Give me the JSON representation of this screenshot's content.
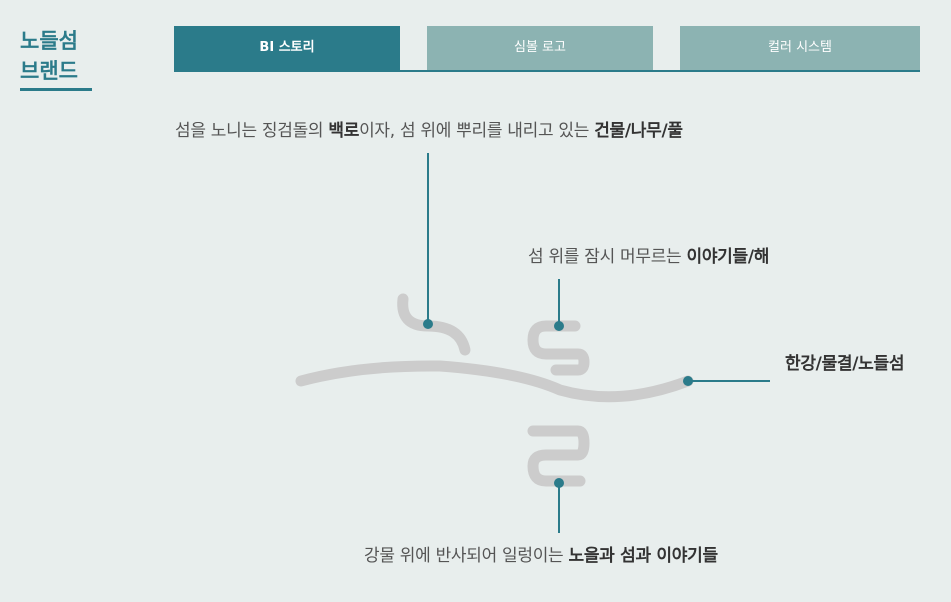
{
  "sidebar": {
    "title_line1": "노들섬",
    "title_line2": "브랜드"
  },
  "tabs": [
    {
      "label": "BI 스토리",
      "active": true
    },
    {
      "label": "심볼 로고",
      "active": false
    },
    {
      "label": "컬러 시스템",
      "active": false
    }
  ],
  "captions": {
    "top": {
      "plain": "섬을 노니는 징검돌의 ",
      "bold1": "백로",
      "mid": "이자, 섬 위에 뿌리를 내리고 있는 ",
      "bold2": "건물/나무/풀"
    },
    "middle": {
      "plain": "섬 위를 잠시 머무르는 ",
      "bold": "이야기들/해"
    },
    "right": {
      "bold": "한강/물결/노들섬"
    },
    "bottom": {
      "plain": "강물 위에 반사되어 일렁이는 ",
      "bold": "노을과 섬과 이야기들"
    }
  },
  "colors": {
    "accent": "#2b7b8a",
    "tab_inactive": "#8cb3b2",
    "symbol_gray": "#cccccc",
    "background": "#e8eeed"
  }
}
